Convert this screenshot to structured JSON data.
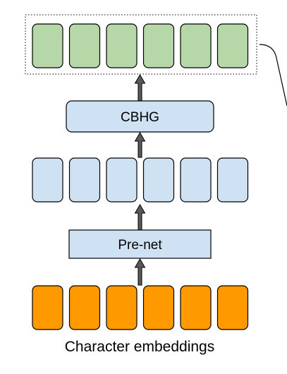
{
  "diagram": {
    "caption": "Character embeddings",
    "blocks": {
      "cbhg": {
        "label": "CBHG"
      },
      "prenet": {
        "label": "Pre-net"
      }
    },
    "rows": {
      "output": {
        "count": 6,
        "fill": "#b6d7a8",
        "stroke": "#000000"
      },
      "cbhg_input": {
        "count": 6,
        "fill": "#cfe2f3",
        "stroke": "#000000"
      },
      "embeddings": {
        "count": 6,
        "fill": "#ff9900",
        "stroke": "#000000"
      }
    },
    "block_fill": "#cfe2f3",
    "arrow_fill": "#595959"
  }
}
